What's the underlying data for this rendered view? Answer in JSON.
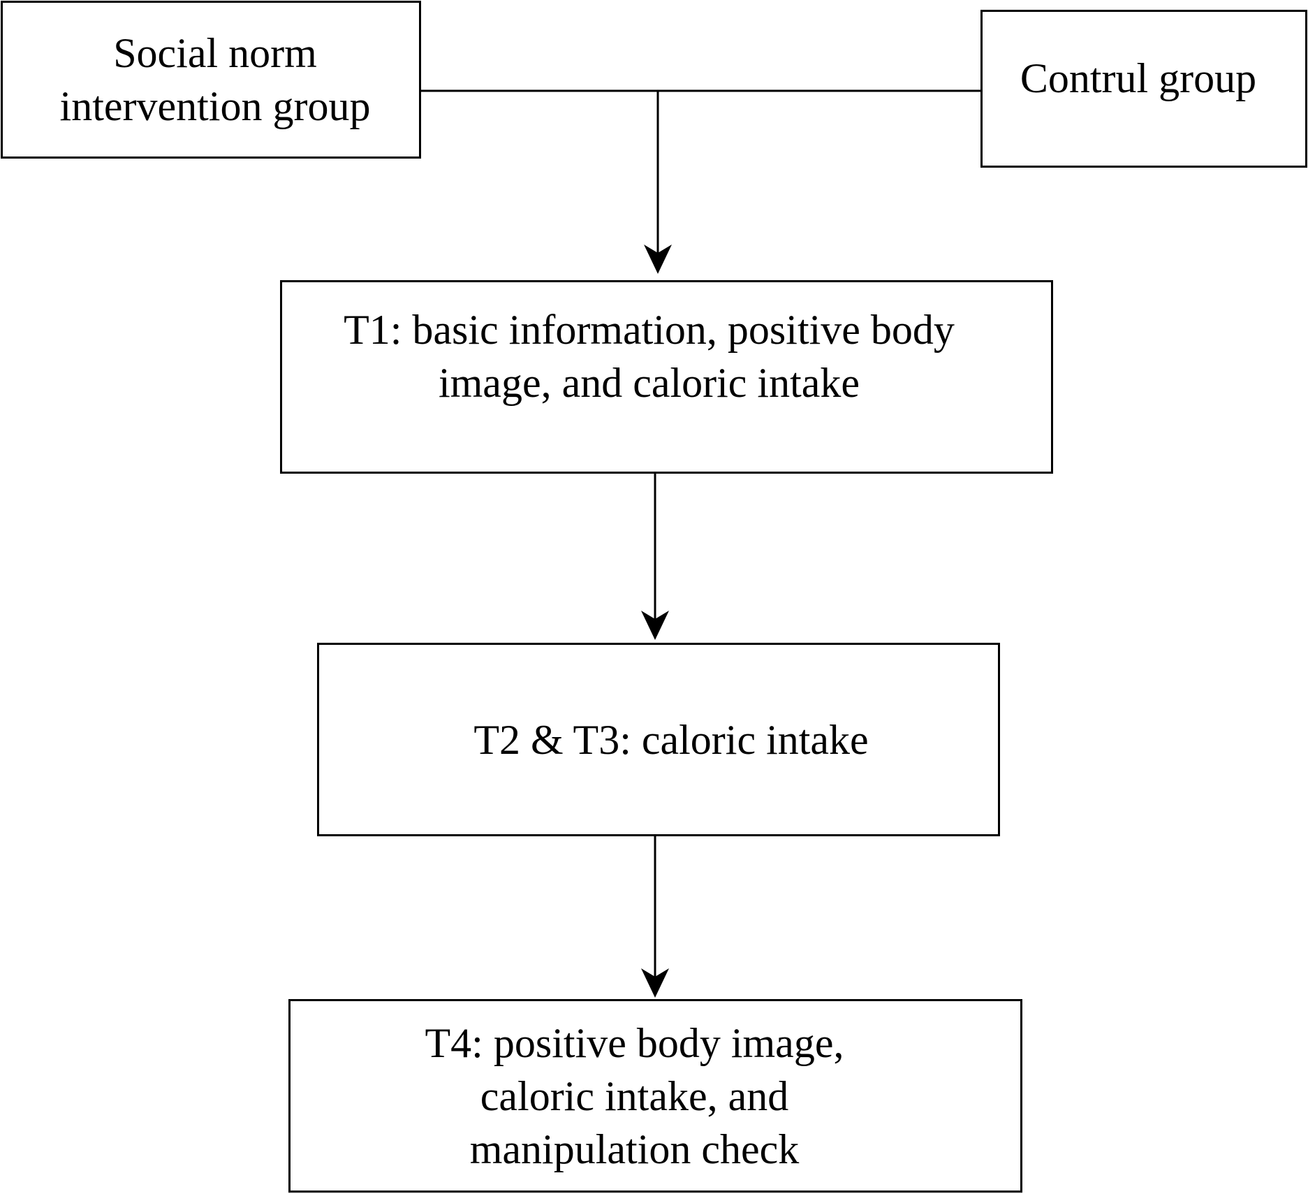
{
  "diagram": {
    "nodes": {
      "intervention": "Social norm\nintervention group",
      "control": "Contrul group",
      "t1": "T1: basic information, positive body\nimage, and caloric intake",
      "t2t3": "T2 & T3: caloric intake",
      "t4": "T4: positive body image,\ncaloric intake, and\nmanipulation check"
    },
    "colors": {
      "stroke": "#000000",
      "background": "#ffffff"
    }
  }
}
